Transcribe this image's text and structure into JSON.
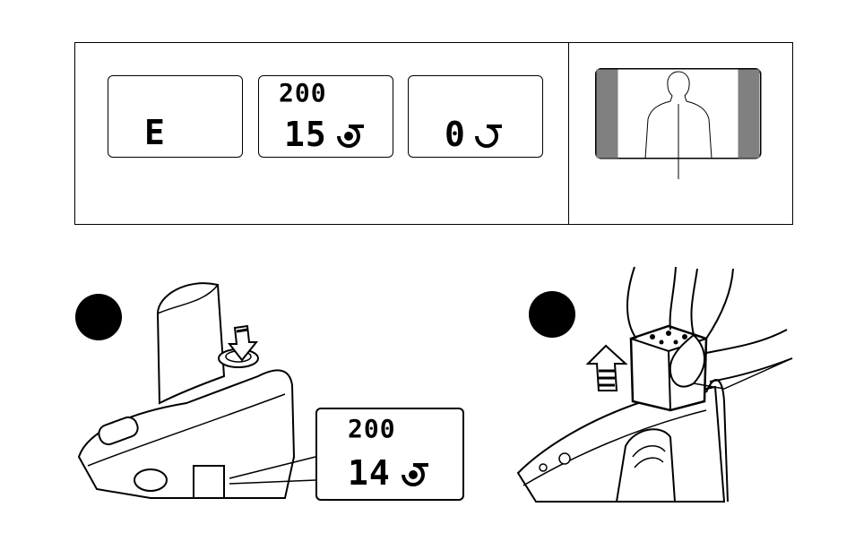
{
  "lcd_panels": [
    {
      "main": "E",
      "top": ""
    },
    {
      "main": "15",
      "top": "200"
    },
    {
      "main": "0",
      "top": ""
    }
  ],
  "callout": {
    "top": "200",
    "main": "14"
  },
  "colors": {
    "ink": "#000000",
    "paper": "#ffffff",
    "mask": "#808080"
  },
  "icons": [
    "film-counter-icon",
    "viewfinder-person-icon",
    "step-marker-1",
    "step-marker-2",
    "press-arrow-icon",
    "lift-arrow-icon"
  ]
}
